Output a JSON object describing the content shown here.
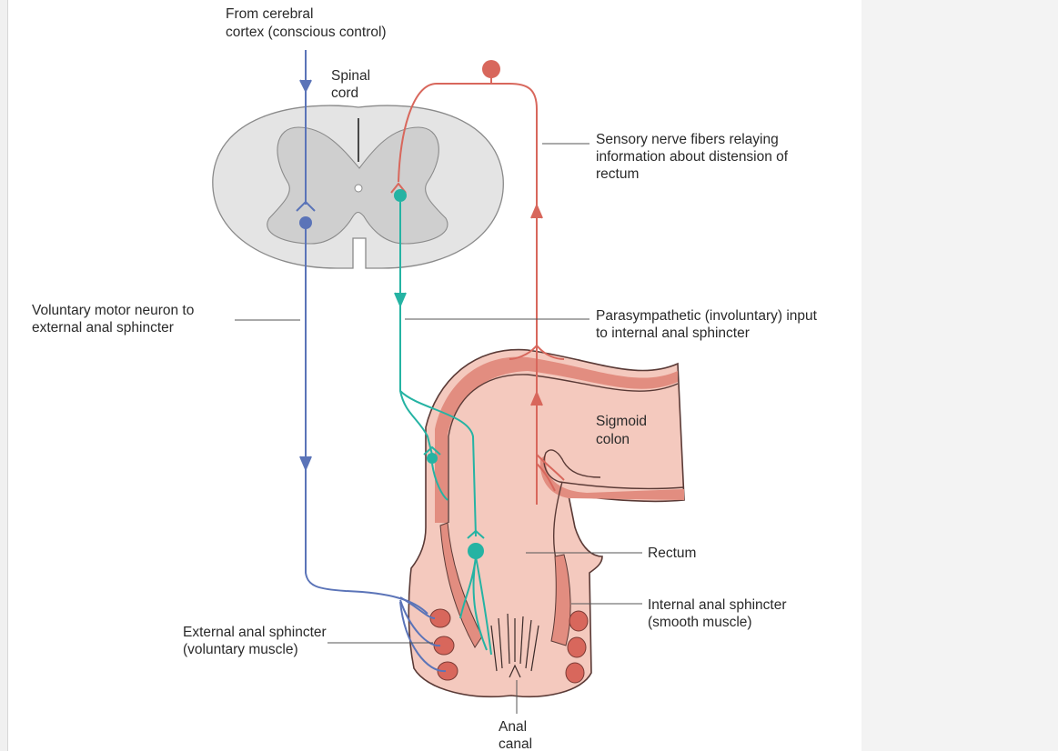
{
  "colors": {
    "voluntary": "#5b74b8",
    "parasympathetic": "#25b3a3",
    "sensory": "#d8675c",
    "colon_fill": "#f4c9be",
    "colon_wall": "#e28d80",
    "cord_outer": "#e4e4e4",
    "grey_matter": "#cfcfcf"
  },
  "labels": {
    "from_cortex": [
      "From cerebral",
      "cortex (conscious control)"
    ],
    "spinal_cord": [
      "Spinal",
      "cord"
    ],
    "sensory": [
      "Sensory nerve fibers relaying",
      "information about distension of",
      "rectum"
    ],
    "voluntary_neuron": [
      "Voluntary motor neuron to",
      "external anal sphincter"
    ],
    "parasympathetic": [
      "Parasympathetic (involuntary) input",
      "to internal anal sphincter"
    ],
    "sigmoid": [
      "Sigmoid",
      "colon"
    ],
    "rectum": "Rectum",
    "internal_sphincter": [
      "Internal anal sphincter",
      "(smooth muscle)"
    ],
    "external_sphincter": [
      "External anal sphincter",
      "(voluntary muscle)"
    ],
    "anal_canal": [
      "Anal",
      "canal"
    ]
  }
}
